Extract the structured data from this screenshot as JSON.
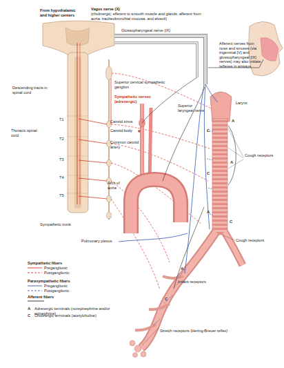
{
  "diagram": {
    "labels": [
      "From hypothalamic and higher centers",
      "Vagus nerve (X)",
      "(cholinergic; efferent to smooth muscle and glands; afferent from aorta, tracheobronchial mucosa, and alveoli)",
      "Glossopharyngeal nerve (IX)",
      "Afferent nerves from nose and sinuses (via trigeminal [V] and glossopharyngeal [IX] nerves) may also initiate reflexes in airways",
      "Descending tracts in spinal cord",
      "Superior cervical sympathetic ganglion",
      "Sympathetic nerves (adrenergic)",
      "Superior laryngeal nerve",
      "Larynx",
      "Thoracic spinal cord",
      "T1",
      "T2",
      "T3",
      "T4",
      "T5",
      "Carotid sinus",
      "Carotid body",
      "Common carotid artery",
      "Cough receptors",
      "Arch of aorta",
      "Sympathetic trunk",
      "Pulmonary plexus",
      "Cough receptors",
      "Irritant receptors",
      "Stretch receptors (Hering-Breuer reflex)",
      "Sympathetic fibers",
      "Parasympathetic fibers",
      "A",
      "C",
      "A",
      "C",
      "A",
      "C",
      "A",
      "C",
      "A",
      "C"
    ],
    "legend": [
      {
        "text": "Preganglionic"
      },
      {
        "text": "Postganglionic"
      },
      {
        "text": "Preganglionic"
      },
      {
        "text": "Postganglionic"
      },
      {
        "text": "Afferent fibers"
      },
      {
        "text": "Adrenergic terminals (norepinephrine and/or epinephrine)"
      },
      {
        "text": "Cholinergic terminals (acetylcholine)"
      }
    ]
  }
}
